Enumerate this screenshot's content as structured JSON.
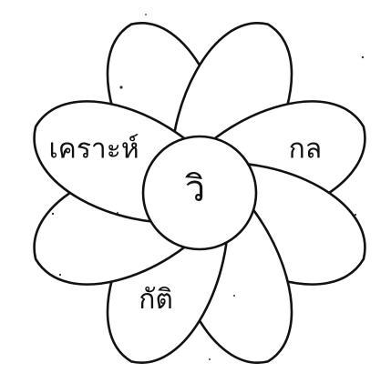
{
  "flower": {
    "center_text": "วิ",
    "petals": [
      {
        "position": "top-left",
        "text": ""
      },
      {
        "position": "top-right",
        "text": ""
      },
      {
        "position": "upper-right",
        "text": "กล"
      },
      {
        "position": "lower-right",
        "text": ""
      },
      {
        "position": "bottom-right",
        "text": ""
      },
      {
        "position": "bottom-left",
        "text": "กัติ"
      },
      {
        "position": "lower-left",
        "text": ""
      },
      {
        "position": "upper-left",
        "text": "เคราะห์"
      }
    ]
  }
}
